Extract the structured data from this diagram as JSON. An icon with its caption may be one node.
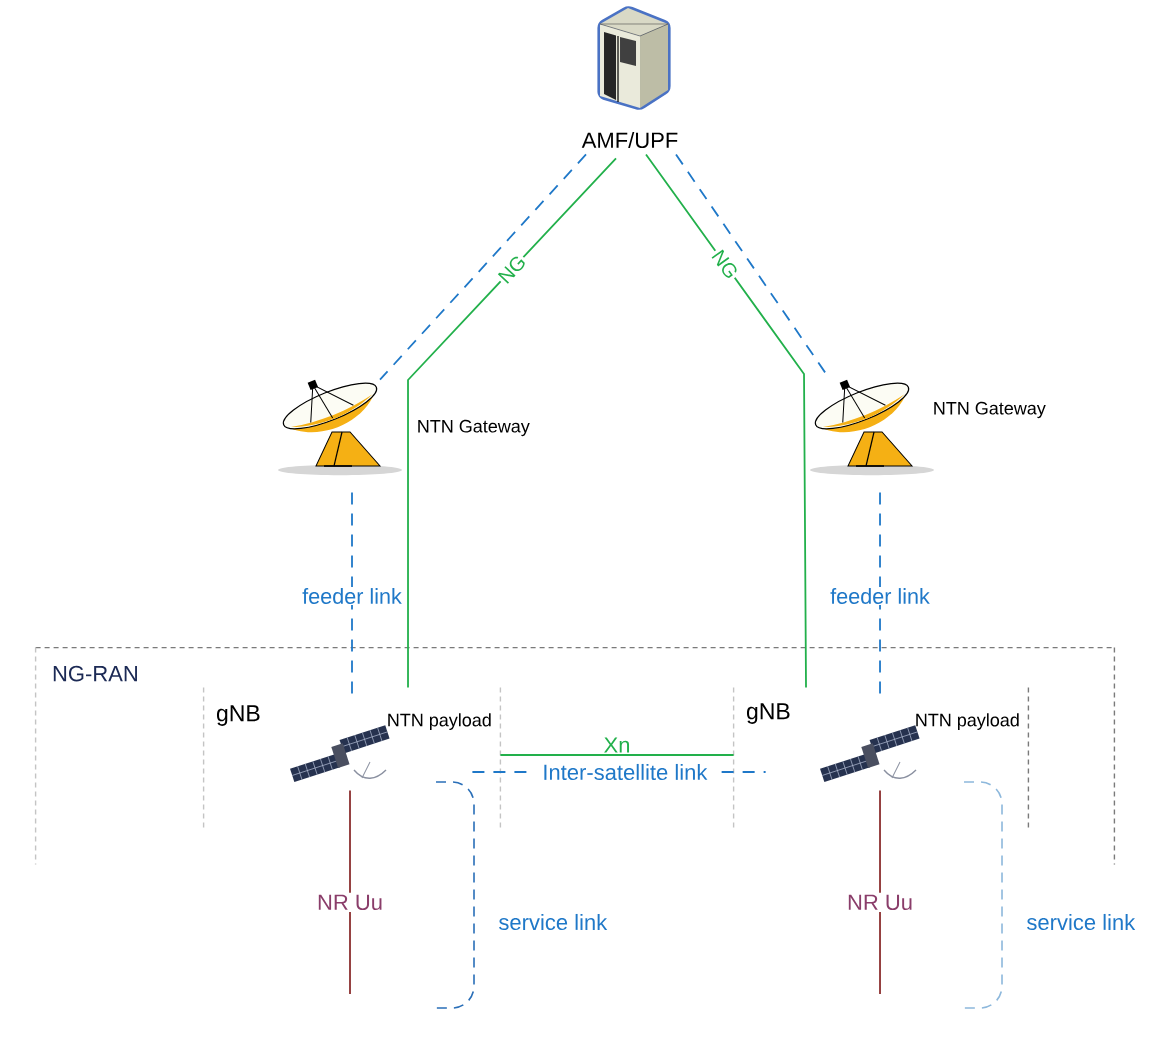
{
  "diagram": {
    "nodes": [
      {
        "text": [
          "AMF/UPF"
        ]
      },
      {
        "text": [],
        "shape": "picture",
        "beside": [
          "NTN Gateway"
        ]
      },
      {
        "text": [],
        "shape": "picture",
        "beside": [
          "NTN Gateway"
        ]
      },
      {
        "text": [
          "NG-RAN"
        ]
      },
      {
        "text": [
          "gNB"
        ],
        "in": 3
      },
      {
        "text": [
          "NTN payload"
        ],
        "in": 4
      },
      {
        "text": [
          "gNB"
        ],
        "in": 3
      },
      {
        "text": [
          "NTN payload"
        ],
        "in": 6
      }
    ],
    "edges": [
      {
        "from": 0,
        "to": 1,
        "arrow": "none",
        "style": "dashed"
      },
      {
        "from": 0,
        "to": 4,
        "arrow": "none",
        "label": "NG",
        "color": "#22b04b"
      },
      {
        "from": 0,
        "to": 6,
        "arrow": "none",
        "label": "NG",
        "color": "#22b04b"
      },
      {
        "from": 0,
        "to": 2,
        "arrow": "none",
        "style": "dashed"
      },
      {
        "from": 1,
        "to": 5,
        "arrow": "none",
        "style": "dashed",
        "label": "feeder link"
      },
      {
        "from": 2,
        "to": 7,
        "arrow": "none",
        "style": "dashed",
        "label": "feeder link"
      },
      {
        "from": 4,
        "to": 6,
        "arrow": "none",
        "label": "Xn",
        "color": "#22b04b"
      },
      {
        "from": 5,
        "to": 7,
        "arrow": "none",
        "style": "dashed",
        "label": "Inter-satellite link"
      },
      {
        "from": 5,
        "to": null,
        "arrow": "none",
        "label": "NR Uu",
        "color": "#8b2e2e"
      },
      {
        "from": 7,
        "to": null,
        "arrow": "none",
        "label": "NR Uu",
        "color": "#8b2e2e"
      }
    ],
    "labels": [
      "service link",
      "service link"
    ]
  }
}
